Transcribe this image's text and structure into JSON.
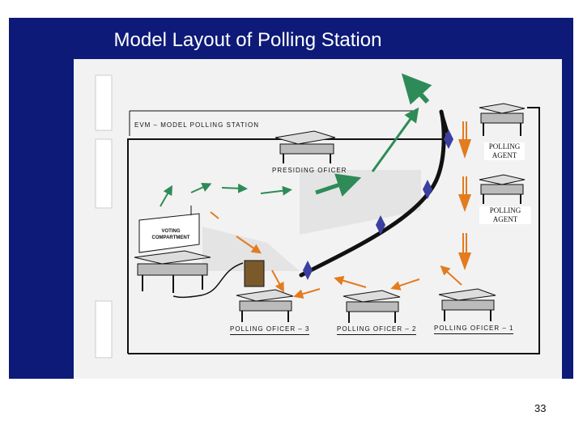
{
  "title": "Model Layout of Polling Station",
  "page_number": "33",
  "diagram": {
    "header_label": "EVM – MODEL POLLING STATION",
    "presiding_officer": "PRESIDING OFICER",
    "polling_agent_1": "POLLING AGENT",
    "polling_agent_2": "POLLING AGENT",
    "voting_compartment": "VOTING COMPARTMENT",
    "officer_1": "POLLING OFICER – 1",
    "officer_2": "POLLING OFICER – 2",
    "officer_3": "POLLING OFICER – 3"
  },
  "colors": {
    "background": "#0d1a78",
    "title_text": "#ffffff",
    "canvas": "#f2f2f2",
    "green_arrow": "#2e8b57",
    "orange_arrow": "#e37b1f",
    "diamond": "#3b3fa0",
    "queue_path": "#111111"
  }
}
